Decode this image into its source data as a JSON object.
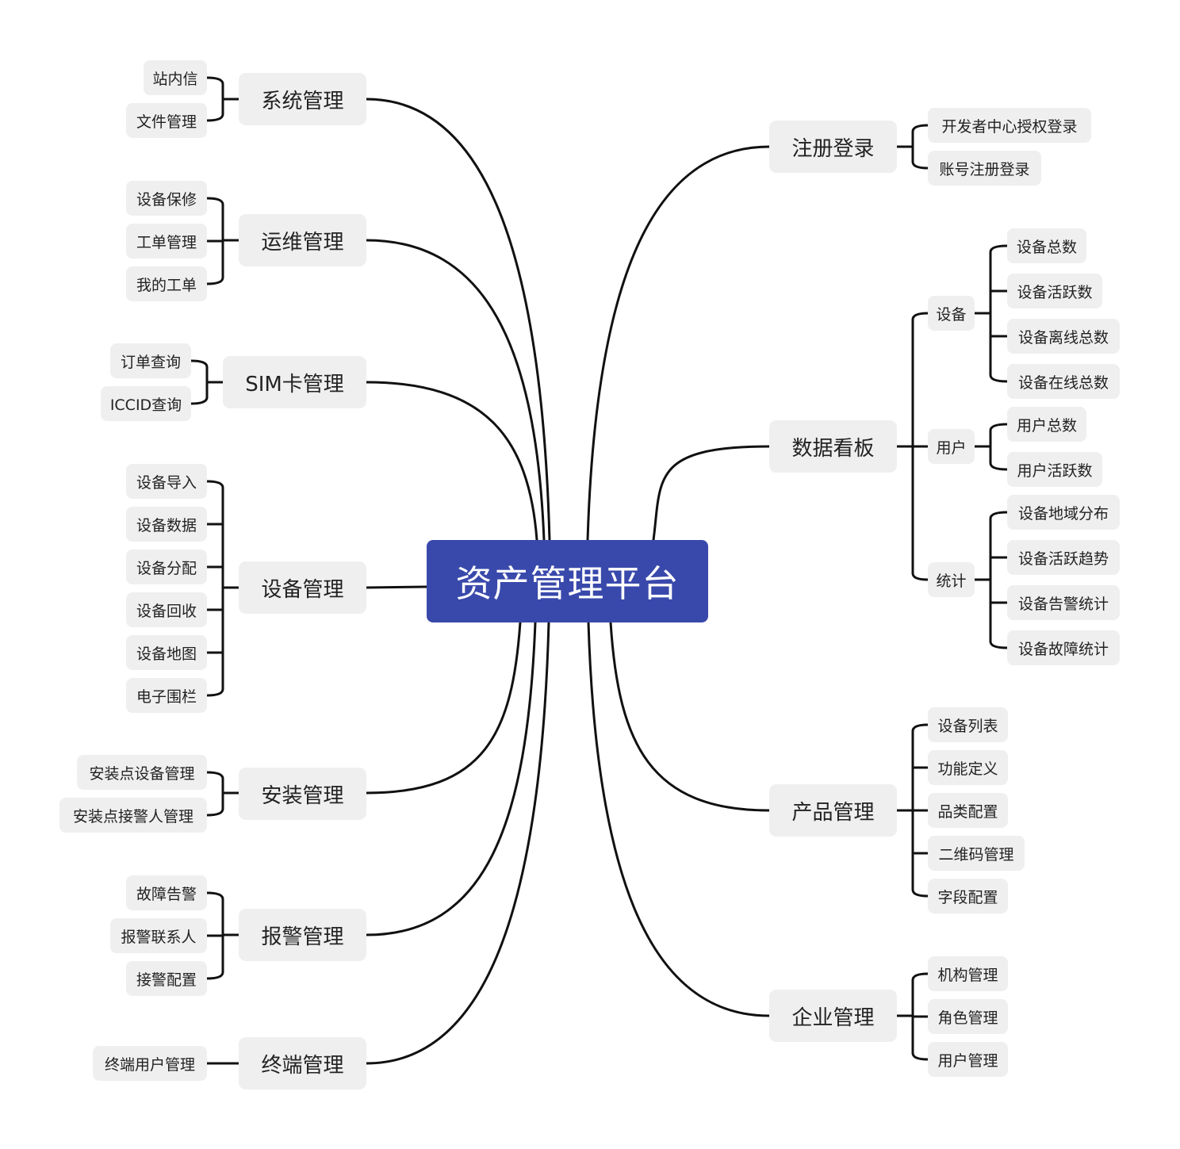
{
  "root": "资产管理平台",
  "left": [
    {
      "label": "系统管理",
      "children": [
        "站内信",
        "文件管理"
      ]
    },
    {
      "label": "运维管理",
      "children": [
        "设备保修",
        "工单管理",
        "我的工单"
      ]
    },
    {
      "label": "SIM卡管理",
      "children": [
        "订单查询",
        "ICCID查询"
      ]
    },
    {
      "label": "设备管理",
      "children": [
        "设备导入",
        "设备数据",
        "设备分配",
        "设备回收",
        "设备地图",
        "电子围栏"
      ]
    },
    {
      "label": "安装管理",
      "children": [
        "安装点设备管理",
        "安装点接警人管理"
      ]
    },
    {
      "label": "报警管理",
      "children": [
        "故障告警",
        "报警联系人",
        "接警配置"
      ]
    },
    {
      "label": "终端管理",
      "children": [
        "终端用户管理"
      ]
    }
  ],
  "right": [
    {
      "label": "注册登录",
      "children": [
        "开发者中心授权登录",
        "账号注册登录"
      ]
    },
    {
      "label": "数据看板",
      "groups": [
        {
          "label": "设备",
          "children": [
            "设备总数",
            "设备活跃数",
            "设备离线总数",
            "设备在线总数"
          ]
        },
        {
          "label": "用户",
          "children": [
            "用户总数",
            "用户活跃数"
          ]
        },
        {
          "label": "统计",
          "children": [
            "设备地域分布",
            "设备活跃趋势",
            "设备告警统计",
            "设备故障统计"
          ]
        }
      ]
    },
    {
      "label": "产品管理",
      "children": [
        "设备列表",
        "功能定义",
        "品类配置",
        "二维码管理",
        "字段配置"
      ]
    },
    {
      "label": "企业管理",
      "children": [
        "机构管理",
        "角色管理",
        "用户管理"
      ]
    }
  ],
  "colors": {
    "root_bg": "#3949ab",
    "node_bg": "#efefef",
    "line": "#111111",
    "text": "#222222"
  }
}
